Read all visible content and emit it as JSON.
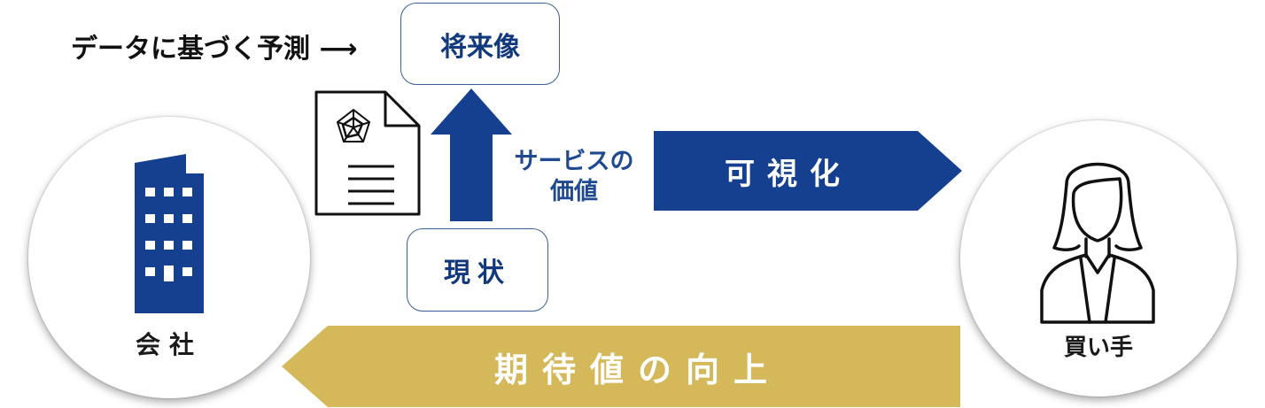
{
  "forecast_label": "データに基づく予測 ⟶",
  "future_box": "将来像",
  "present_box": "現状",
  "service_value": "サービスの\n価値",
  "service_value_line1": "サービスの",
  "service_value_line2": "価値",
  "visualize_arrow": "可視化",
  "expected_arrow": "期待値の向上",
  "company_label": "会社",
  "buyer_label": "買い手",
  "colors": {
    "navy": "#15408f",
    "gold": "#d4b85a",
    "box_border": "#3a5f9e"
  },
  "icons": [
    "building-icon",
    "document-radar-chart-icon",
    "woman-user-icon",
    "up-arrow",
    "right-arrow",
    "left-arrow"
  ]
}
